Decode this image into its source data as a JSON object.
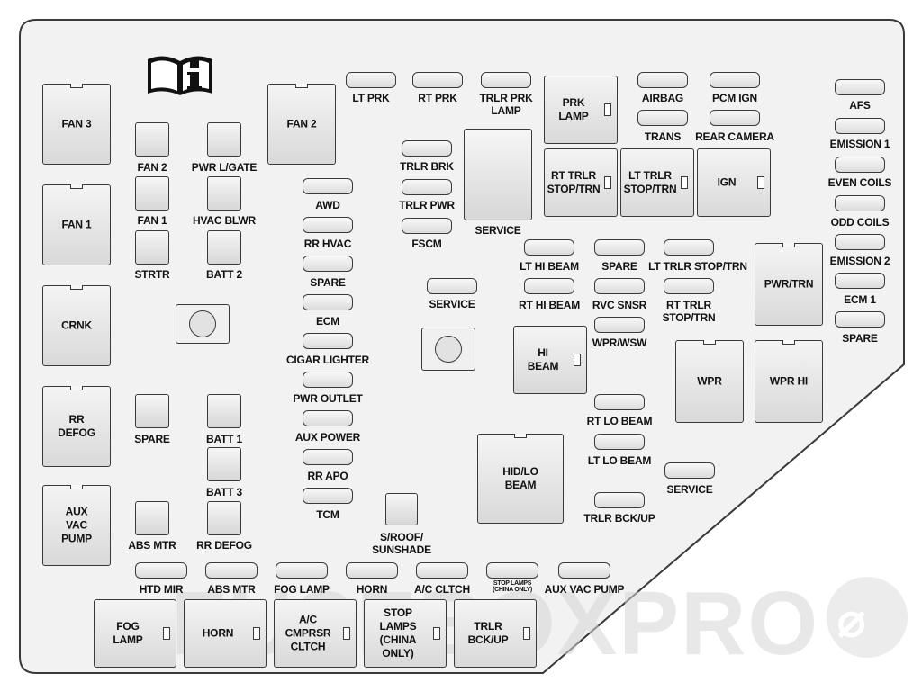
{
  "watermark": "FUSEBOXPRO",
  "colors": {
    "panel_fill": "#f2f2f2",
    "outline": "#3a3a3a",
    "fuse_fill": "#e2e2e2",
    "text": "#111111",
    "watermark": "#d6d6d6"
  },
  "icons": [
    "info-book-icon"
  ],
  "relays": {
    "fan3": "FAN 3",
    "fan1": "FAN 1",
    "crnk": "CRNK",
    "rr_defog": "RR\nDEFOG",
    "aux_vac_pump": "AUX\nVAC\nPUMP",
    "fan2_big": "FAN 2",
    "prk_lamp": "PRK\nLAMP",
    "rt_trlr_stop_trn": "RT TRLR\nSTOP/TRN",
    "lt_trlr_stop_trn": "LT TRLR\nSTOP/TRN",
    "ign": "IGN",
    "pwr_trn": "PWR/TRN",
    "hi_beam": "HI\nBEAM",
    "wpr": "WPR",
    "wpr_hi": "WPR HI",
    "hid_lo_beam": "HID/LO\nBEAM",
    "fog_lamp": "FOG\nLAMP",
    "horn": "HORN",
    "ac_cmprsr_cltch": "A/C\nCMPRSR\nCLTCH",
    "stop_lamps_china": "STOP\nLAMPS\n(CHINA\nONLY)",
    "trlr_bck_up": "TRLR\nBCK/UP"
  },
  "small_fuses": {
    "fan2": "FAN 2",
    "pwr_lgate": "PWR L/GATE",
    "fan1": "FAN 1",
    "hvac_blwr": "HVAC BLWR",
    "strtr": "STRTR",
    "batt2": "BATT 2",
    "spare": "SPARE",
    "batt1": "BATT 1",
    "batt3": "BATT 3",
    "abs_mtr": "ABS MTR",
    "rr_defog": "RR DEFOG",
    "sroof": "S/ROOF/\nSUNSHADE"
  },
  "mini_fuses": {
    "lt_prk": "LT PRK",
    "rt_prk": "RT PRK",
    "trlr_prk_lamp": "TRLR PRK\nLAMP",
    "airbag": "AIRBAG",
    "pcm_ign": "PCM IGN",
    "trans": "TRANS",
    "rear_camera": "REAR CAMERA",
    "afs": "AFS",
    "emission1": "EMISSION 1",
    "even_coils": "EVEN COILS",
    "odd_coils": "ODD COILS",
    "emission2": "EMISSION 2",
    "ecm1": "ECM 1",
    "spare_right": "SPARE",
    "trlr_brk": "TRLR BRK",
    "trlr_pwr": "TRLR PWR",
    "fscm": "FSCM",
    "awd": "AWD",
    "rr_hvac": "RR HVAC",
    "spare_mid": "SPARE",
    "ecm": "ECM",
    "cigar_lighter": "CIGAR LIGHTER",
    "pwr_outlet": "PWR OUTLET",
    "aux_power": "AUX POWER",
    "rr_apo": "RR APO",
    "tcm": "TCM",
    "service_small": "SERVICE",
    "lt_hi_beam": "LT HI BEAM",
    "spare_hi": "SPARE",
    "lt_trlr_stop_trn": "LT TRLR STOP/TRN",
    "rt_hi_beam": "RT HI BEAM",
    "rvc_snsr": "RVC SNSR",
    "rt_trlr_stop_trn": "RT TRLR\nSTOP/TRN",
    "wpr_wsw": "WPR/WSW",
    "rt_lo_beam": "RT LO BEAM",
    "lt_lo_beam": "LT LO BEAM",
    "service_right": "SERVICE",
    "trlr_bck_up": "TRLR BCK/UP",
    "htd_mir": "HTD MIR",
    "abs_mtr": "ABS MTR",
    "fog_lamp": "FOG LAMP",
    "horn": "HORN",
    "ac_cltch": "A/C CLTCH",
    "stop_lamps_china": "STOP LAMPS\n(CHINA ONLY)",
    "aux_vac_pump": "AUX VAC PUMP"
  },
  "service_block": "SERVICE"
}
